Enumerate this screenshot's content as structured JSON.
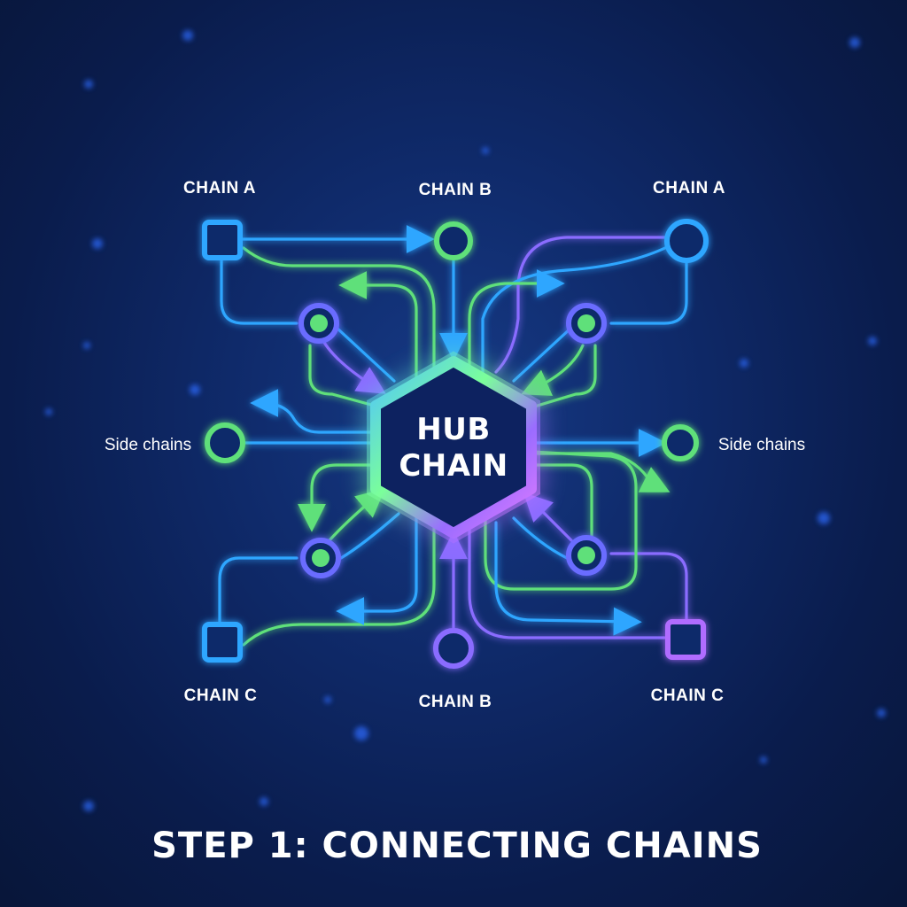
{
  "diagram": {
    "hub": {
      "line1": "HUB",
      "line2": "CHAIN"
    },
    "labels": {
      "top_left": "CHAIN A",
      "top_center": "CHAIN B",
      "top_right": "CHAIN A",
      "mid_left": "Side chains",
      "mid_right": "Side chains",
      "bottom_left": "CHAIN C",
      "bottom_center": "CHAIN B",
      "bottom_right": "CHAIN C"
    },
    "title": "STEP 1: CONNECTING CHAINS"
  },
  "colors": {
    "background": "#0f2a6a",
    "blue": "#2ea6ff",
    "green": "#5ee07a",
    "purple": "#8a6cff",
    "violet": "#b06cff",
    "hub_fill": "#0d2260",
    "text": "#ffffff"
  }
}
